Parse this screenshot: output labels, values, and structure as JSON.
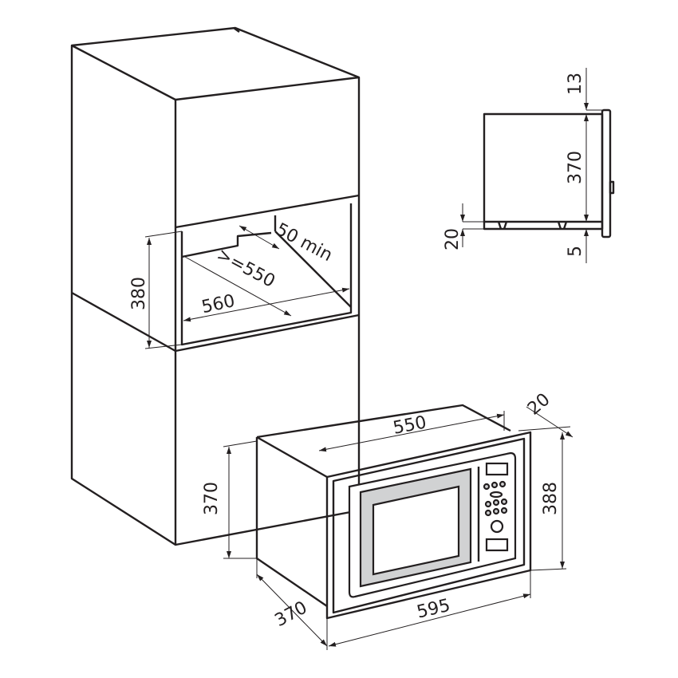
{
  "diagram": {
    "cabinet_niche": {
      "height": "380",
      "width": "560",
      "depth": ">=550",
      "gap": "50 min"
    },
    "side_view": {
      "top_offset": "13",
      "height": "370",
      "bottom_offset": "5",
      "foot_height": "20"
    },
    "microwave": {
      "body_width": "550",
      "frame_depth": "20",
      "frame_height": "388",
      "body_height": "370",
      "body_depth": "370",
      "frame_width": "595"
    },
    "colors": {
      "line": "#231f20",
      "glass": "#d1d2d3"
    }
  }
}
